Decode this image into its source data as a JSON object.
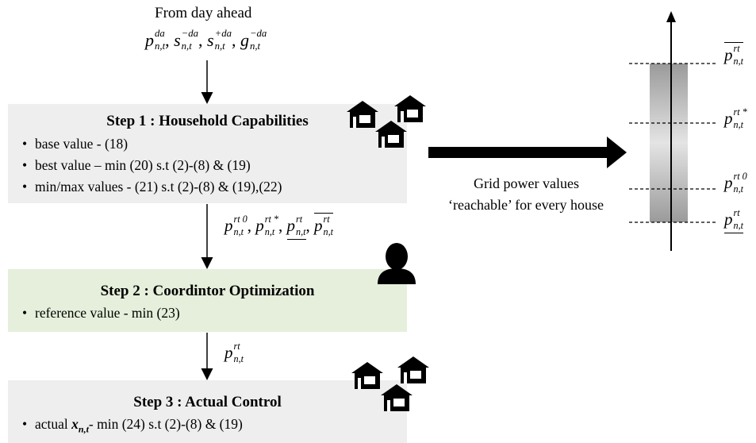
{
  "day_ahead": {
    "heading": "From day ahead",
    "variables": [
      {
        "base": "p",
        "sup": "da",
        "sub": "n,t"
      },
      {
        "base": "s",
        "sup": "−da",
        "sub": "n,t"
      },
      {
        "base": "s",
        "sup": "+da",
        "sub": "n,t"
      },
      {
        "base": "g",
        "sup": "−da",
        "sub": "n,t"
      }
    ]
  },
  "step1": {
    "title": "Step 1 : Household Capabilities",
    "bullets": [
      "base value  - (18)",
      "best value – min (20) s.t (2)-(8) & (19)",
      "min/max values - (21) s.t (2)-(8) & (19),(22)"
    ],
    "color": "#eeeeee"
  },
  "step1_outputs": [
    {
      "base": "p",
      "sup": "rt 0",
      "sub": "n,t",
      "decoration": "none"
    },
    {
      "base": "p",
      "sup": "rt *",
      "sub": "n,t",
      "decoration": "none"
    },
    {
      "base": "p",
      "sup": "rt",
      "sub": "n,t",
      "decoration": "underline"
    },
    {
      "base": "p",
      "sup": "rt",
      "sub": "n,t",
      "decoration": "overline"
    }
  ],
  "step2": {
    "title": "Step 2 : Coordintor Optimization",
    "bullets": [
      "reference value - min (23)"
    ],
    "color": "#e5efdb"
  },
  "step2_output": {
    "base": "p",
    "sup": "rt",
    "sub": "n,t"
  },
  "step3": {
    "title": "Step 3 : Actual Control",
    "bullet_prefix": "actual ",
    "bullet_var": "x",
    "bullet_var_sub": "n,t",
    "bullet_suffix": "- min (24) s.t (2)-(8) & (19)",
    "color": "#eeeeee"
  },
  "grid_caption": {
    "line1": "Grid power values",
    "line2": "‘reachable’ for every house"
  },
  "range_levels": [
    {
      "base": "p",
      "sup": "rt",
      "sub": "n,t",
      "decoration": "overline"
    },
    {
      "base": "p",
      "sup": "rt *",
      "sub": "n,t",
      "decoration": "none"
    },
    {
      "base": "p",
      "sup": "rt 0",
      "sub": "n,t",
      "decoration": "none"
    },
    {
      "base": "p",
      "sup": "rt",
      "sub": "n,t",
      "decoration": "underline"
    }
  ],
  "icons": [
    "house-icon",
    "person-icon"
  ]
}
